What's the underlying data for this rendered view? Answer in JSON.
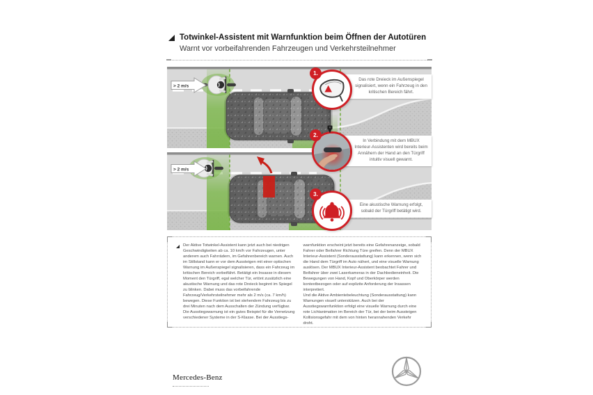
{
  "header": {
    "title": "Totwinkel-Assistent mit Warnfunktion beim Öffnen der Autotüren",
    "subtitle": "Warnt vor vorbeifahrenden Fahrzeugen und Verkehrsteilnehmer"
  },
  "scene": {
    "speed_label_top": "> 2 m/s",
    "speed_label_bottom": "> 2 m/s"
  },
  "callouts": [
    {
      "number": "1.",
      "icon": "side-mirror-warning-icon",
      "text": "Das rote Dreieck im Außenspiegel signalisiert, wenn ein Fahrzeug in den kritischen Bereich fährt."
    },
    {
      "number": "2.",
      "icon": "hand-door-handle-icon",
      "text": "In Verbindung mit dem MBUX Interieur-Assistenten wird bereits beim Annähern der Hand an den Türgriff intuitiv visuell gewarnt."
    },
    {
      "number": "3.",
      "icon": "acoustic-alarm-bell-icon",
      "text": "Eine akustische Warnung erfolgt, sobald der Türgriff betätigt wird."
    }
  ],
  "description": {
    "left": "Der Aktive Totwinkel-Assistent kann jetzt auch bei niedrigen Geschwindigkeiten ab ca. 10 km/h vor Fahrzeugen, unter anderem auch Fahrrädern, im Gefahrenbereich warnen. Auch im Stillstand kann er vor dem Aussteigen mit einer optischen Warnung im Außenspiegel signalisieren, dass ein Fahrzeug im kritischen Bereich vorbeifährt. Betätigt ein Insasse in diesem Moment den Türgriff, egal welcher Tür, ertönt zusätzlich eine akustische Warnung und das rote Dreieck beginnt im Spiegel zu blinken. Dabei muss das vorbeifahrende Fahrzeug/Verkehrsteilnehmer mehr als 2 m/s (ca. 7 km/h) bewegen. Diese Funktion ist bei stehendem Fahrzeug bis zu drei Minuten nach dem Ausschalten der Zündung verfügbar. Die Ausstiegswarnung ist ein gutes Beispiel für die Vernetzung verschiedener Systeme in der S-Klasse. Bei der Ausstiegs-",
    "right": "warnfunktion erscheint jetzt bereits eine Gefahrenanzeige, sobald Fahrer oder Beifahrer Richtung Türe greifen. Denn der MBUX Interieur-Assistent (Sonderausstattung) kann erkennen, wenn sich die Hand dem Türgriff im Auto nähert, und eine visuelle Warnung auslösen. Der MBUX Interieur-Assistent beobachtet Fahrer und Beifahrer über zwei Laserkameras in der Dachbedieneinheit. Die Bewegungen von Hand, Kopf und Oberkörper werden kontextbezogen oder auf explizite Anforderung der Insassen interpretiert.\nUnd die Aktive Ambientebeleuchtung (Sonderausstattung) kann Warnungen visuell unterstützen. Auch bei der Ausstiegswarnfunktion erfolgt eine visuelle Warnung durch eine rote Lichtanimation im Bereich der Tür, bei der beim Aussteigen Kollisionsgefahr mit dem von hinten herannahenden Verkehr droht."
  },
  "footer": {
    "wordmark": "Mercedes-Benz"
  },
  "colors": {
    "accent_red": "#cf1f25",
    "zone_green": "#7ab648",
    "road_gray": "#d9d9d9"
  }
}
